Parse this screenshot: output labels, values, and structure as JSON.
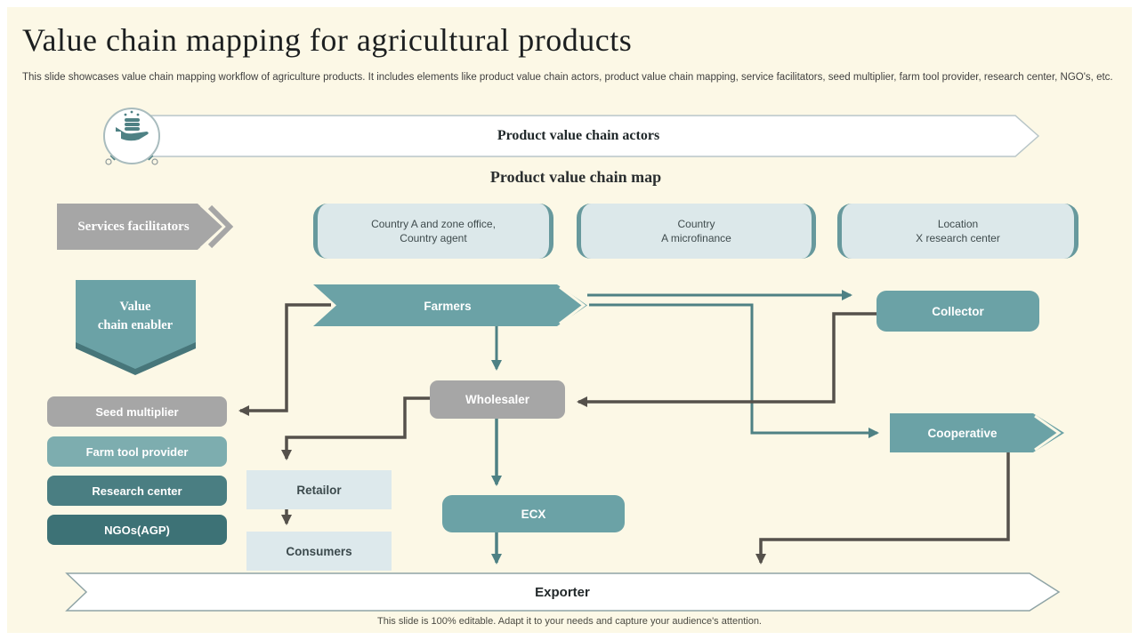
{
  "slide": {
    "title": "Value chain mapping for agricultural products",
    "description": "This slide showcases value chain mapping workflow of agriculture products. It includes elements like product value chain actors, product value chain mapping, service facilitators, seed multiplier, farm tool provider, research center, NGO's, etc.",
    "footer_note": "This slide is 100% editable.  Adapt it to your needs and capture your audience's attention."
  },
  "actors_banner": {
    "label": "Product  value chain  actors",
    "icon": "hand-coins-icon"
  },
  "map": {
    "heading": "Product value chain map",
    "services_facilitators_label": "Services facilitators",
    "enabler_badge": {
      "line1": "Value",
      "line2": "chain  enabler"
    },
    "facilitator_boxes": [
      {
        "line1": "Country A and zone office,",
        "line2": "Country agent"
      },
      {
        "line1": "Country",
        "line2": "A microfinance"
      },
      {
        "line1": "Location",
        "line2": "X research  center"
      }
    ],
    "enabler_items": [
      "Seed multiplier",
      "Farm tool provider",
      "Research center",
      "NGOs(AGP)"
    ],
    "nodes": {
      "farmers": "Farmers",
      "collector": "Collector",
      "wholesaler": "Wholesaler",
      "cooperative": "Cooperative",
      "retailor": "Retailor",
      "consumers": "Consumers",
      "ecx": "ECX",
      "exporter": "Exporter"
    }
  },
  "colors": {
    "background": "#FCF8E6",
    "teal": "#6BA2A6",
    "teal_dark": "#4E8184",
    "teal_mid": "#7DADAF",
    "teal_deep": "#3D7276",
    "gray": "#A6A6A6",
    "light_panel": "#DCE8EA",
    "line_dark": "#55514B"
  }
}
